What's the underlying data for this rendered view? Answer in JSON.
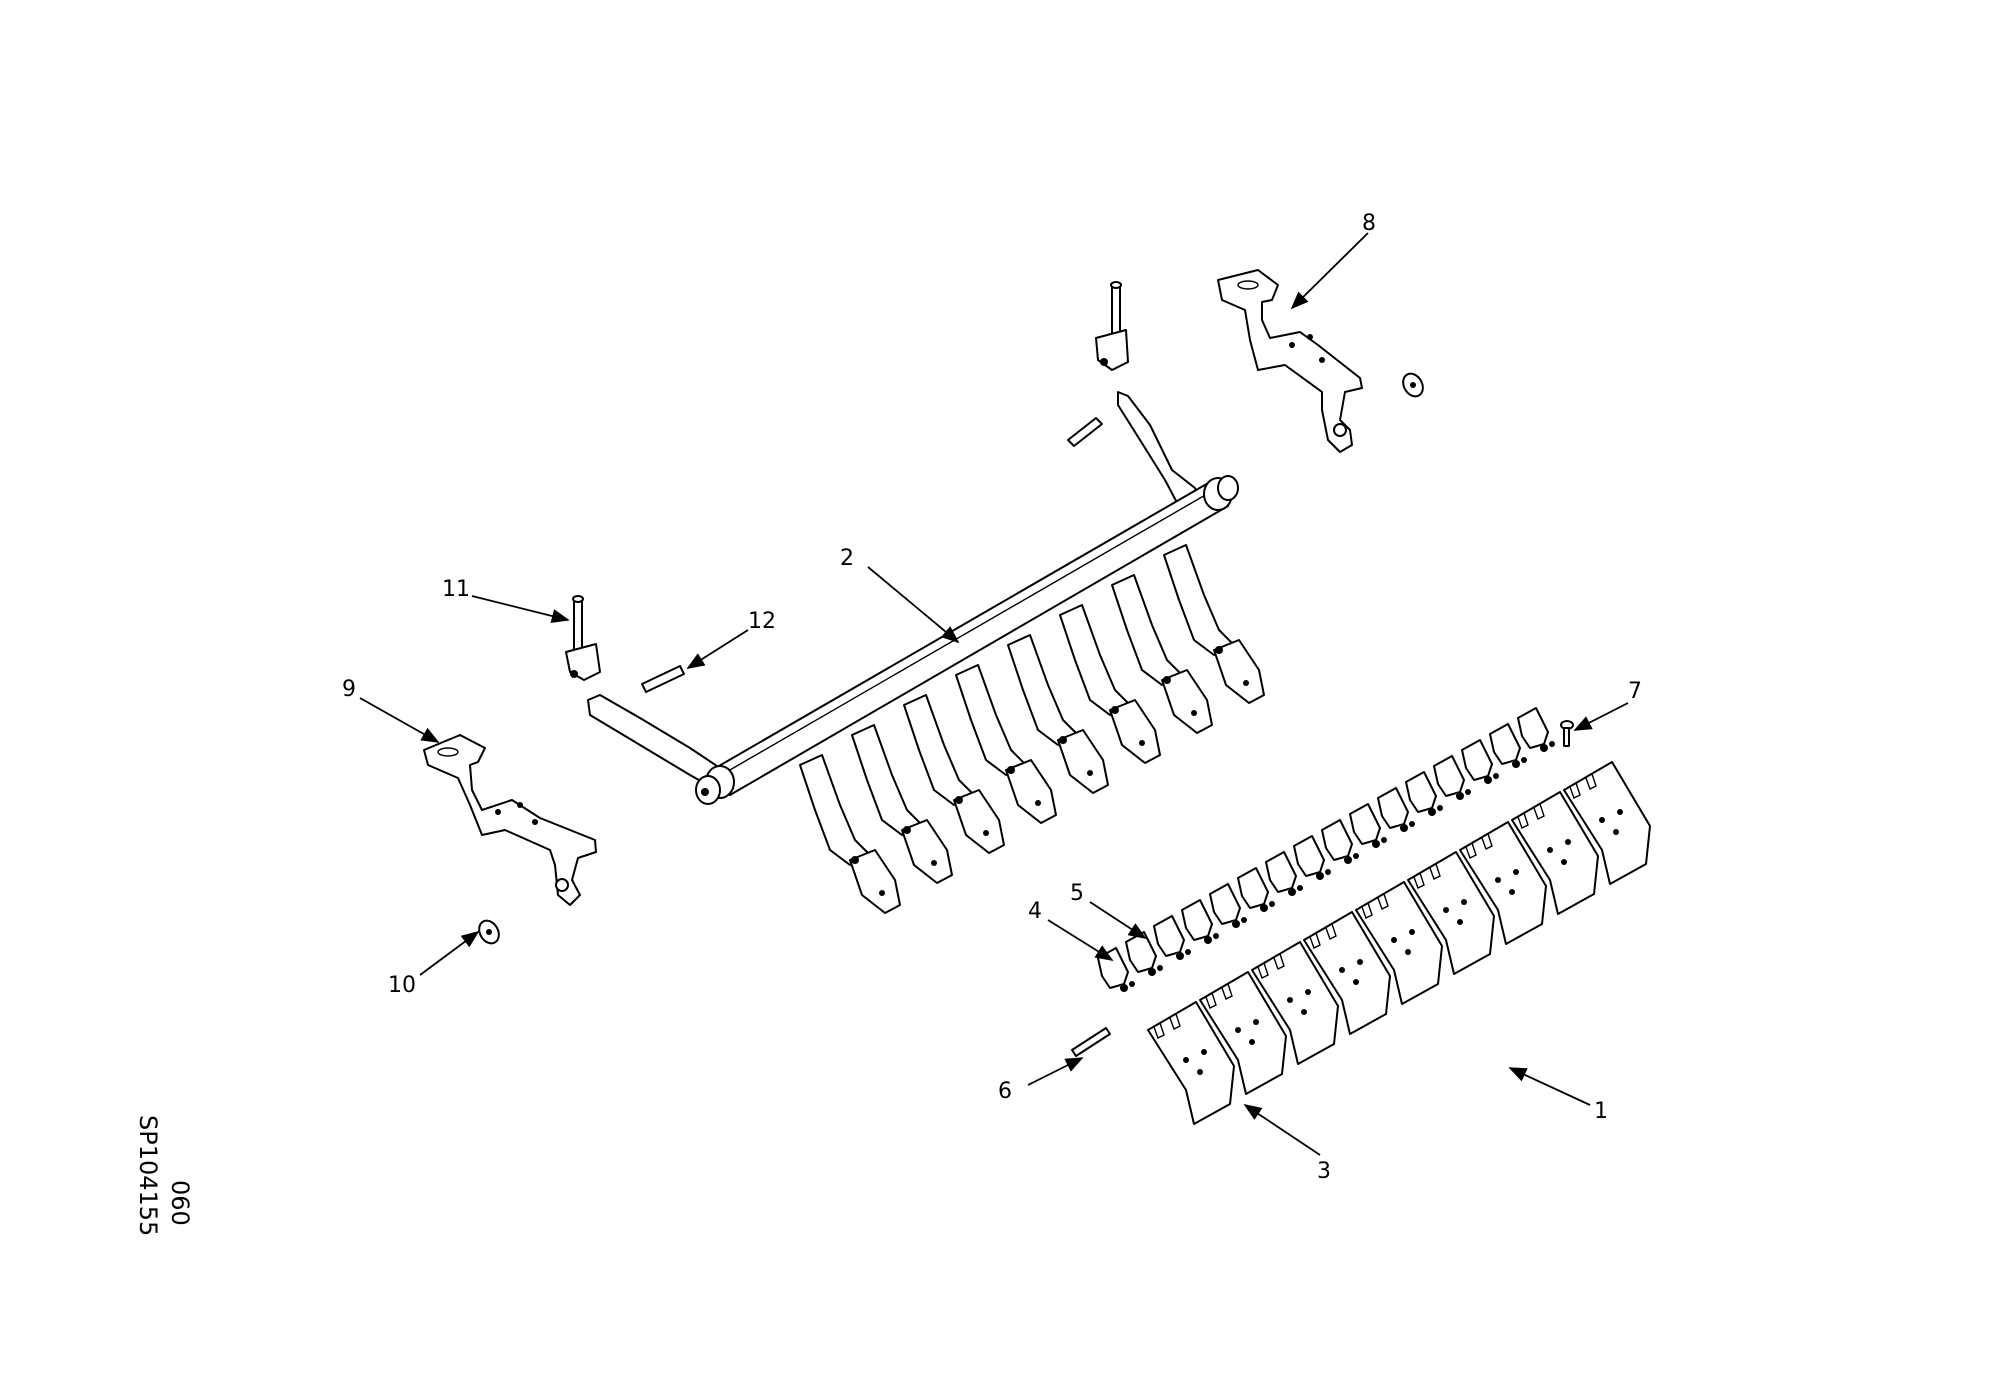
{
  "callouts": [
    {
      "id": "1",
      "label": "1"
    },
    {
      "id": "2",
      "label": "2"
    },
    {
      "id": "3",
      "label": "3"
    },
    {
      "id": "4",
      "label": "4"
    },
    {
      "id": "5",
      "label": "5"
    },
    {
      "id": "6",
      "label": "6"
    },
    {
      "id": "7",
      "label": "7"
    },
    {
      "id": "8",
      "label": "8"
    },
    {
      "id": "9",
      "label": "9"
    },
    {
      "id": "10",
      "label": "10"
    },
    {
      "id": "11",
      "label": "11"
    },
    {
      "id": "12",
      "label": "12"
    }
  ],
  "drawing_ref": {
    "code": "SP104155",
    "sheet": "060"
  }
}
